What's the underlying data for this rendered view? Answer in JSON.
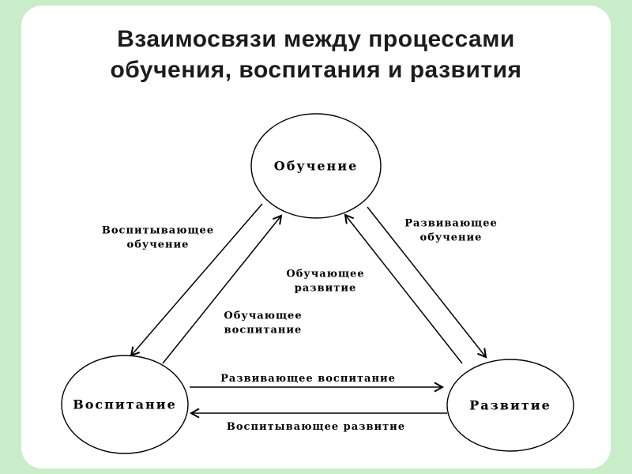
{
  "slide": {
    "title": "Взаимосвязи между процессами\nобучения, воспитания и развития"
  },
  "nodes": {
    "obuchenie": "Обучение",
    "vospitanie": "Воспитание",
    "razvitie": "Развитие"
  },
  "edge_labels": {
    "vospityvayushchee_obuchenie": "Воспитывающее\nобучение",
    "razvivayushchee_obuchenie": "Развивающее\nобучение",
    "obuchayushchee_razvitie": "Обучающее\nразвитие",
    "obuchayushchee_vospitanie": "Обучающее\nвоспитание",
    "razvivayushchee_vospitanie": "Развивающее воспитание",
    "vospityvayushchee_razvitie": "Воспитывающее развитие"
  },
  "colors": {
    "background": "#c9ecc9",
    "panel": "#ffffff",
    "line": "#000000",
    "text": "#000000"
  }
}
